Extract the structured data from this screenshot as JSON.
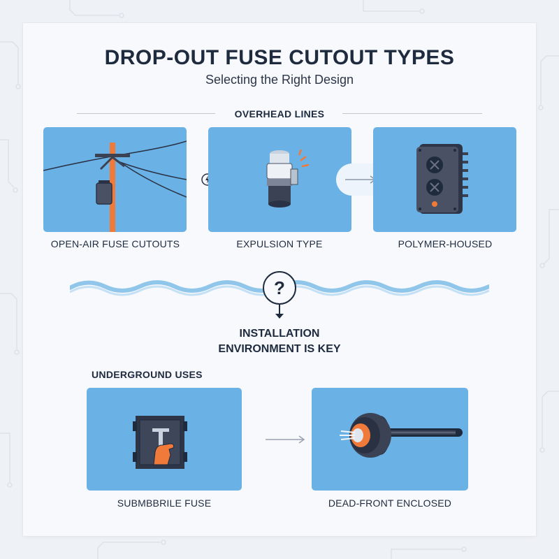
{
  "header": {
    "title": "DROP-OUT FUSE CUTOUT TYPES",
    "subtitle": "Selecting the Right Design"
  },
  "overhead": {
    "section_label": "OVERHEAD LINES",
    "items": [
      {
        "caption": "OPEN-AIR FUSE CUTOUTS",
        "icon": "utility-pole-icon"
      },
      {
        "caption": "EXPULSION TYPE",
        "icon": "expulsion-fuse-icon"
      },
      {
        "caption": "POLYMER-HOUSED",
        "icon": "polymer-housing-icon"
      }
    ],
    "connectors": [
      "lightning-icon",
      "arrow-right-icon"
    ]
  },
  "decision": {
    "symbol": "?",
    "line1": "INSTALLATION",
    "line2": "ENVIRONMENT IS KEY"
  },
  "underground": {
    "section_label": "UNDERGROUND USES",
    "items": [
      {
        "caption": "SUBMBBRILE FUSE",
        "icon": "submersible-fuse-icon"
      },
      {
        "caption": "DEAD-FRONT ENCLOSED",
        "icon": "dead-front-connector-icon"
      }
    ]
  },
  "colors": {
    "background": "#eef1f5",
    "card": "#f7f9fc",
    "panel": "#6ab2e6",
    "accent": "#f07a3a",
    "text": "#1e2a3e",
    "wave": "#7fbde8"
  }
}
